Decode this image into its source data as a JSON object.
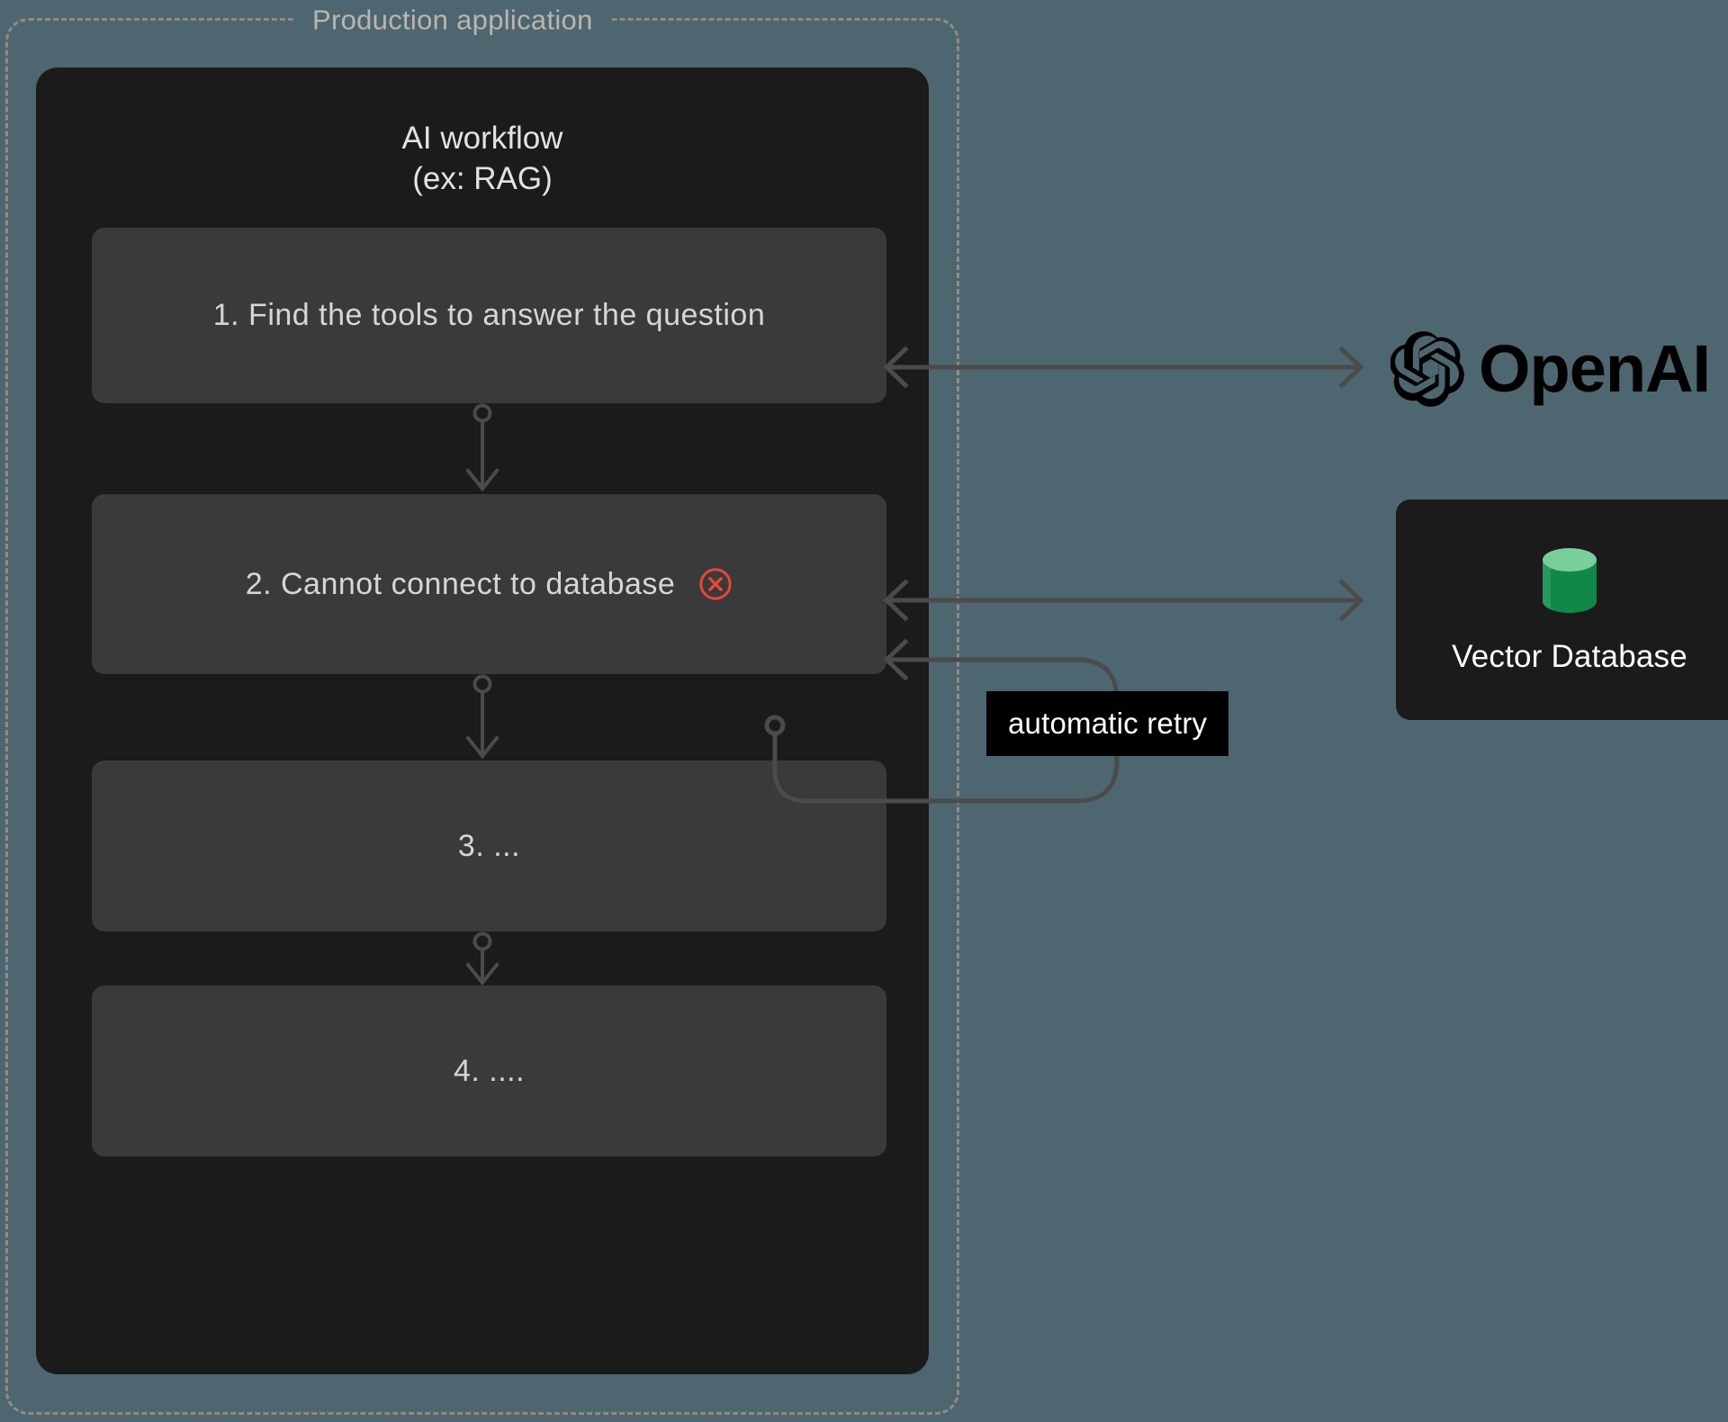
{
  "boundary": {
    "label": "Production application"
  },
  "workflow": {
    "title": "AI workflow\n(ex: RAG)",
    "steps": [
      {
        "text": "1. Find the tools to answer the question",
        "status": "ok"
      },
      {
        "text": "2. Cannot connect to database",
        "status": "error",
        "status_icon": "error-circle-x-icon"
      },
      {
        "text": "3. ...",
        "status": "ok"
      },
      {
        "text": "4. ....",
        "status": "ok"
      }
    ]
  },
  "services": {
    "openai": {
      "name": "OpenAI",
      "logo_icon": "openai-knot-icon"
    },
    "vector_database": {
      "label": "Vector Database",
      "icon": "database-cylinder-icon"
    }
  },
  "annotations": {
    "retry_label": "automatic retry"
  },
  "colors": {
    "page_background": "#4e666f",
    "card_background": "#1b1b1b",
    "step_background": "#3a3a3a",
    "boundary_dash": "#908b85",
    "edge_line": "#4b4b4b",
    "error_red": "#f04438",
    "db_top_green": "#79cf9c",
    "db_body_green": "#12874a",
    "text_primary": "#d6d6d6",
    "tag_background": "#000000"
  }
}
